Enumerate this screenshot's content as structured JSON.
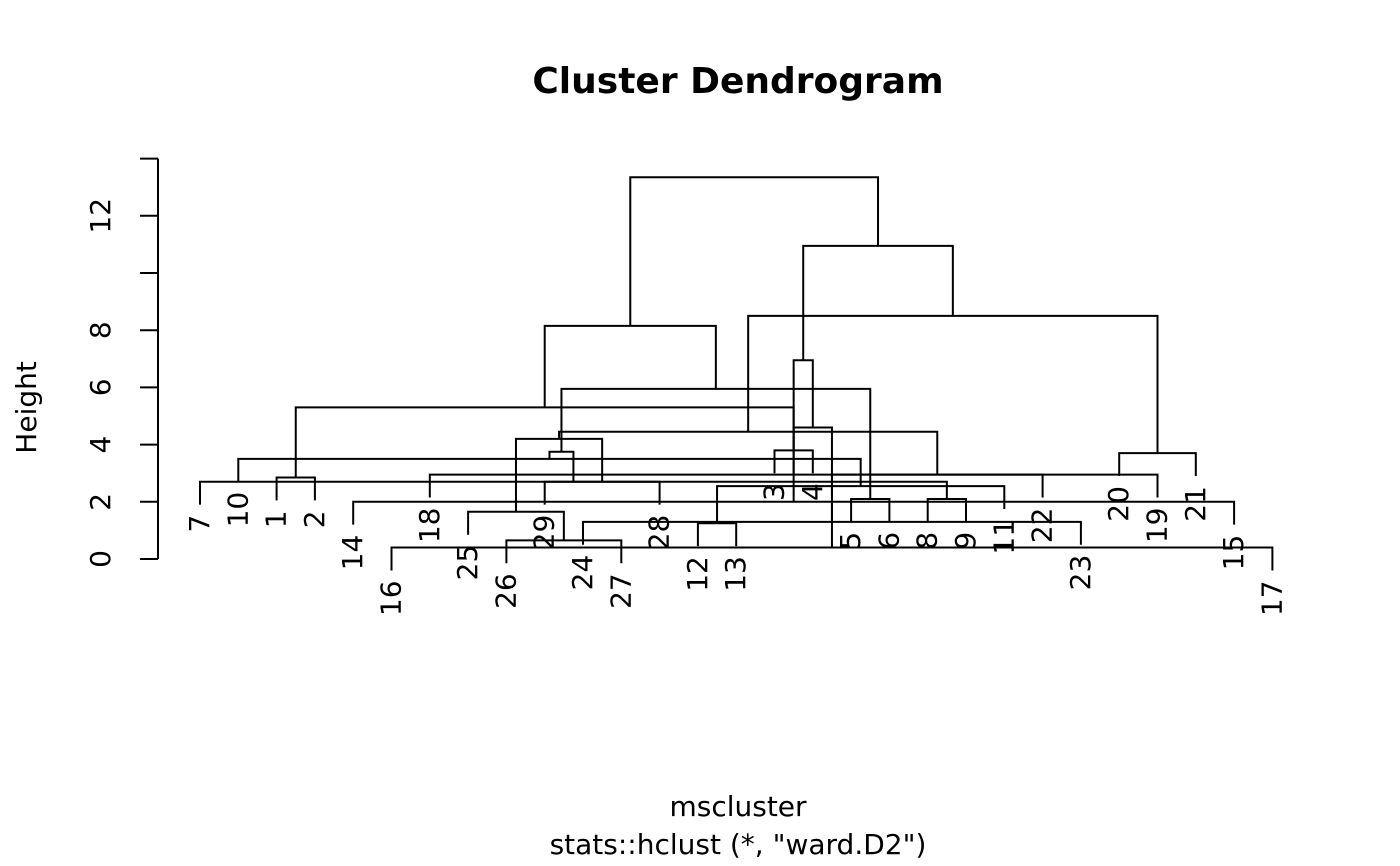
{
  "chart_data": {
    "type": "dendrogram",
    "title": "Cluster Dendrogram",
    "xlabel": "mscluster",
    "sublabel": "stats::hclust (*, \"ward.D2\")",
    "ylabel": "Height",
    "ylim": [
      0,
      14
    ],
    "yticks": [
      0,
      2,
      4,
      6,
      8,
      10,
      12,
      14
    ],
    "ytick_labels": [
      "0",
      "2",
      "4",
      "6",
      "8",
      "",
      "12",
      ""
    ],
    "leaf_order": [
      7,
      10,
      1,
      2,
      14,
      16,
      18,
      25,
      26,
      29,
      24,
      27,
      28,
      12,
      13,
      3,
      4,
      5,
      6,
      8,
      9,
      11,
      22,
      23,
      20,
      19,
      21,
      15,
      17
    ],
    "leaf_labels": [
      "7",
      "10",
      "1",
      "2",
      "14",
      "16",
      "18",
      "25",
      "26",
      "29",
      "24",
      "27",
      "28",
      "12",
      "13",
      "3",
      "4",
      "5",
      "6",
      "8",
      "9",
      "11",
      "22",
      "23",
      "20",
      "19",
      "21",
      "15",
      "17"
    ],
    "label_hang": 0.8,
    "merges": [
      {
        "id": "a",
        "left": 16,
        "right": 17,
        "height": 0.4
      },
      {
        "id": "b",
        "left": 26,
        "right": 27,
        "height": 0.65
      },
      {
        "id": "c",
        "left": 12,
        "right": 13,
        "height": 1.25
      },
      {
        "id": "d",
        "left": 23,
        "right": 24,
        "height": 1.3
      },
      {
        "id": "e",
        "left": 25,
        "right": "b",
        "height": 1.65
      },
      {
        "id": "f",
        "left": 14,
        "right": 15,
        "height": 2.0
      },
      {
        "id": "g",
        "left": 5,
        "right": 6,
        "height": 2.1
      },
      {
        "id": "h",
        "left": 8,
        "right": 9,
        "height": 2.1
      },
      {
        "id": "i",
        "left": 11,
        "right": "c",
        "height": 2.55
      },
      {
        "id": "j",
        "left": 28,
        "right": 29,
        "height": 2.7
      },
      {
        "id": "k",
        "left": 7,
        "right": "h",
        "height": 2.7
      },
      {
        "id": "l",
        "left": 1,
        "right": 2,
        "height": 2.85
      },
      {
        "id": "m",
        "left": 18,
        "right": 19,
        "height": 2.95
      },
      {
        "id": "n",
        "left": 22,
        "right": "d",
        "height": 2.95
      },
      {
        "id": "o",
        "left": 10,
        "right": "i",
        "height": 3.5
      },
      {
        "id": "p",
        "left": 20,
        "right": 21,
        "height": 3.7
      },
      {
        "id": "q",
        "left": "k",
        "right": "o",
        "height": 3.75
      },
      {
        "id": "r",
        "left": 3,
        "right": 4,
        "height": 3.8
      },
      {
        "id": "s",
        "left": "e",
        "right": "j",
        "height": 4.2
      },
      {
        "id": "t",
        "left": "n",
        "right": "s",
        "height": 4.45
      },
      {
        "id": "u",
        "left": "a",
        "right": "m",
        "height": 4.6
      },
      {
        "id": "v",
        "left": "l",
        "right": "r",
        "height": 5.3
      },
      {
        "id": "w",
        "left": "g",
        "right": "q",
        "height": 5.95
      },
      {
        "id": "x",
        "left": "f",
        "right": "u",
        "height": 6.95
      },
      {
        "id": "y",
        "left": "v",
        "right": "w",
        "height": 8.15
      },
      {
        "id": "z",
        "left": "p",
        "right": "t",
        "height": 8.5
      },
      {
        "id": "aa",
        "left": "x",
        "right": "z",
        "height": 10.95
      },
      {
        "id": "ab",
        "left": "y",
        "right": "aa",
        "height": 13.35
      }
    ]
  }
}
